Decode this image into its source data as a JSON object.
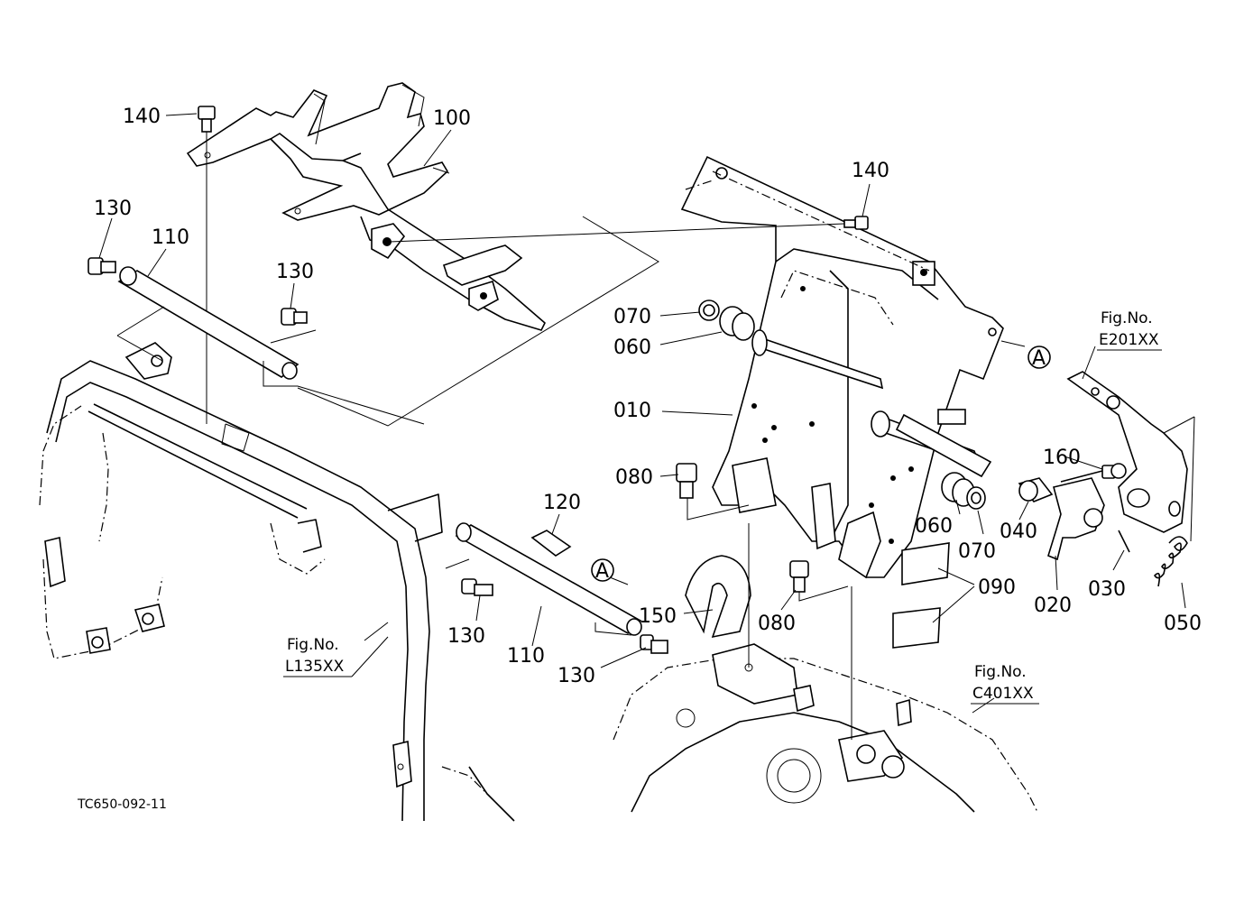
{
  "diagram": {
    "drawing_code": "TC650-092-11",
    "callout_marker": "A",
    "part_labels": [
      "140",
      "100",
      "130",
      "110",
      "130",
      "140",
      "070",
      "060",
      "010",
      "080",
      "120",
      "110",
      "130",
      "130",
      "150",
      "080",
      "060",
      "070",
      "040",
      "160",
      "020",
      "030",
      "050",
      "090"
    ],
    "figure_refs": [
      {
        "prefix": "Fig.No.",
        "code": "E201XX"
      },
      {
        "prefix": "Fig.No.",
        "code": "L135XX"
      },
      {
        "prefix": "Fig.No.",
        "code": "C401XX"
      }
    ]
  }
}
